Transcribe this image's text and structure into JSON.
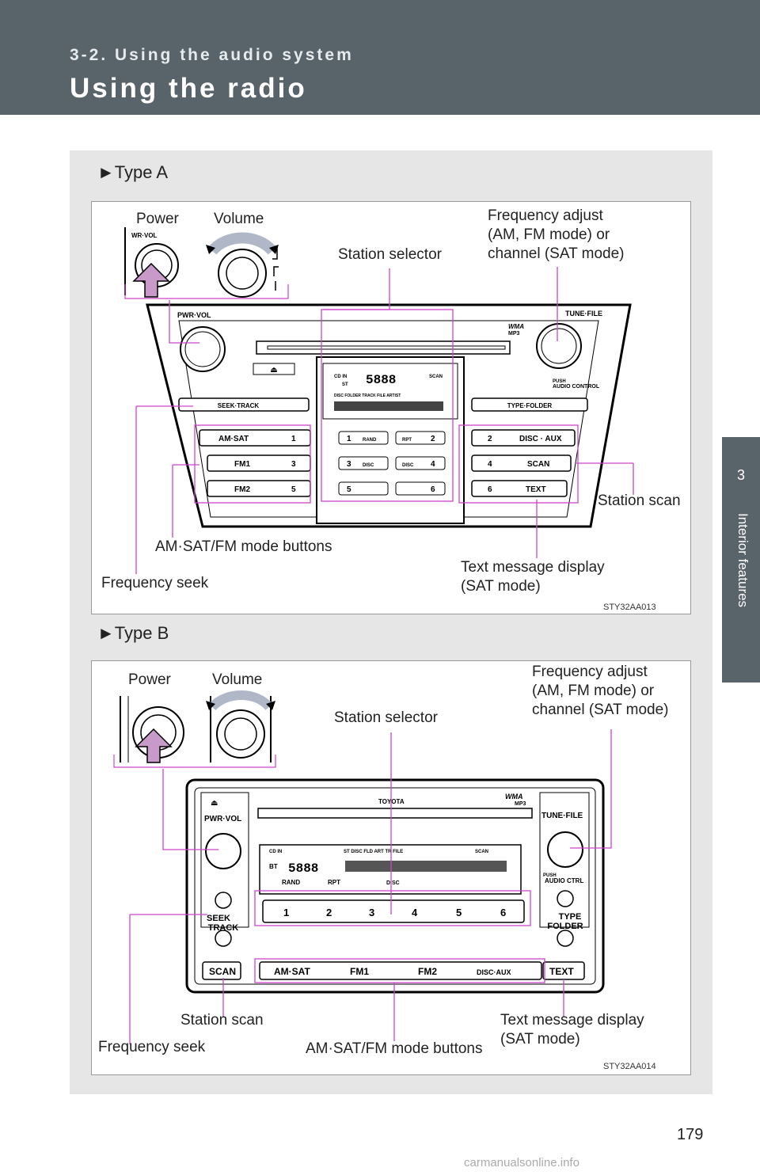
{
  "header": {
    "section_label": "3-2. Using the audio system",
    "page_title": "Using the radio"
  },
  "side_tab": {
    "number": "3",
    "text": "Interior features"
  },
  "type_a": {
    "heading": "Type A",
    "labels": {
      "power": "Power",
      "volume": "Volume",
      "station_selector": "Station selector",
      "freq_adjust_1": "Frequency adjust",
      "freq_adjust_2": "(AM, FM mode) or",
      "freq_adjust_3": "channel (SAT mode)",
      "station_scan": "Station scan",
      "mode_buttons": "AM·SAT/FM mode buttons",
      "freq_seek": "Frequency seek",
      "text_msg_1": "Text message display",
      "text_msg_2": "(SAT mode)"
    },
    "code": "STY32AA013",
    "device": {
      "pwr_vol": "PWR·VOL",
      "tune_file": "TUNE·FILE",
      "seek_track": "SEEK·TRACK",
      "type_folder": "TYPE·FOLDER",
      "push": "PUSH",
      "audio_control": "AUDIO  CONTROL",
      "wma": "WMA",
      "mp3": "MP3",
      "wr_vol": "WR·VOL",
      "cd_in": "CD IN",
      "st": "ST",
      "scan_ind": "SCAN",
      "disc_row": "DISC   FOLDER TRACK FILE            ARTIST",
      "display_digits": "5888",
      "rand": "RAND",
      "rpt": "RPT",
      "disc_down": "DISC",
      "disc_up": "DISC",
      "left_buttons": [
        {
          "label": "AM·SAT",
          "num": "1"
        },
        {
          "label": "FM1",
          "num": "3"
        },
        {
          "label": "FM2",
          "num": "5"
        }
      ],
      "right_buttons": [
        {
          "num": "2",
          "label": "DISC · AUX"
        },
        {
          "num": "4",
          "label": "SCAN"
        },
        {
          "num": "6",
          "label": "TEXT"
        }
      ],
      "presets": [
        "1",
        "2",
        "3",
        "4",
        "5",
        "6"
      ]
    }
  },
  "type_b": {
    "heading": "Type B",
    "labels": {
      "power": "Power",
      "volume": "Volume",
      "station_selector": "Station selector",
      "freq_adjust_1": "Frequency adjust",
      "freq_adjust_2": "(AM, FM mode) or",
      "freq_adjust_3": "channel (SAT mode)",
      "station_scan": "Station scan",
      "mode_buttons": "AM·SAT/FM mode buttons",
      "freq_seek": "Frequency seek",
      "text_msg_1": "Text message display",
      "text_msg_2": "(SAT mode)"
    },
    "code": "STY32AA014",
    "device": {
      "brand": "TOYOTA",
      "wma": "WMA",
      "mp3": "MP3",
      "pwr_vol": "PWR·VOL",
      "tune_file": "TUNE·FILE",
      "push": "PUSH",
      "audio_ctrl": "AUDIO CTRL",
      "seek": "SEEK",
      "track": "TRACK",
      "type": "TYPE",
      "folder": "FOLDER",
      "cd_in": "CD IN",
      "bt": "BT",
      "indicators": "ST   DISC          FLD  ART   TR    FILE",
      "display_digits": "5888",
      "scan_ind": "SCAN",
      "rand": "RAND",
      "rpt": "RPT",
      "disc": "DISC",
      "presets": [
        "1",
        "2",
        "3",
        "4",
        "5",
        "6"
      ],
      "scan": "SCAN",
      "mode_buttons": [
        "AM·SAT",
        "FM1",
        "FM2",
        "DISC·AUX"
      ],
      "text": "TEXT"
    }
  },
  "page_number": "179",
  "watermark": "carmanualsonline.info"
}
